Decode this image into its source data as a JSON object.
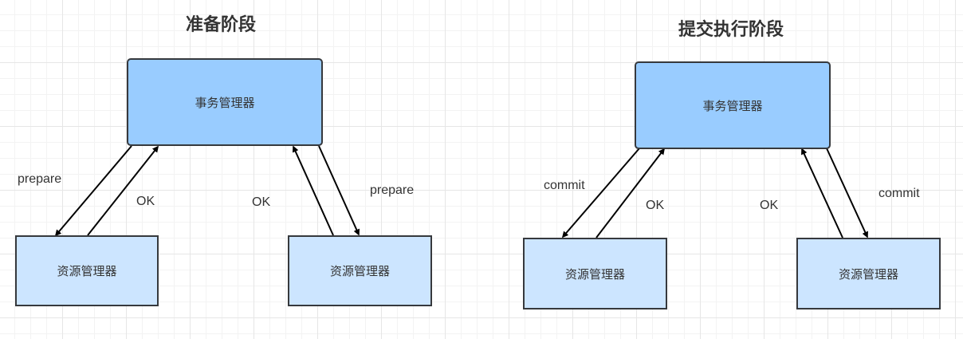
{
  "prepare_phase": {
    "title": "准备阶段",
    "transaction_manager": "事务管理器",
    "resource_manager_left": "资源管理器",
    "resource_manager_right": "资源管理器",
    "label_prepare_left": "prepare",
    "label_ok_left": "OK",
    "label_ok_right": "OK",
    "label_prepare_right": "prepare"
  },
  "commit_phase": {
    "title": "提交执行阶段",
    "transaction_manager": "事务管理器",
    "resource_manager_left": "资源管理器",
    "resource_manager_right": "资源管理器",
    "label_commit_left": "commit",
    "label_ok_left": "OK",
    "label_ok_right": "OK",
    "label_commit_right": "commit"
  },
  "colors": {
    "transaction_manager_fill": "#99ccff",
    "resource_manager_fill": "#cce5ff",
    "stroke": "#36393d",
    "text": "#333333"
  }
}
